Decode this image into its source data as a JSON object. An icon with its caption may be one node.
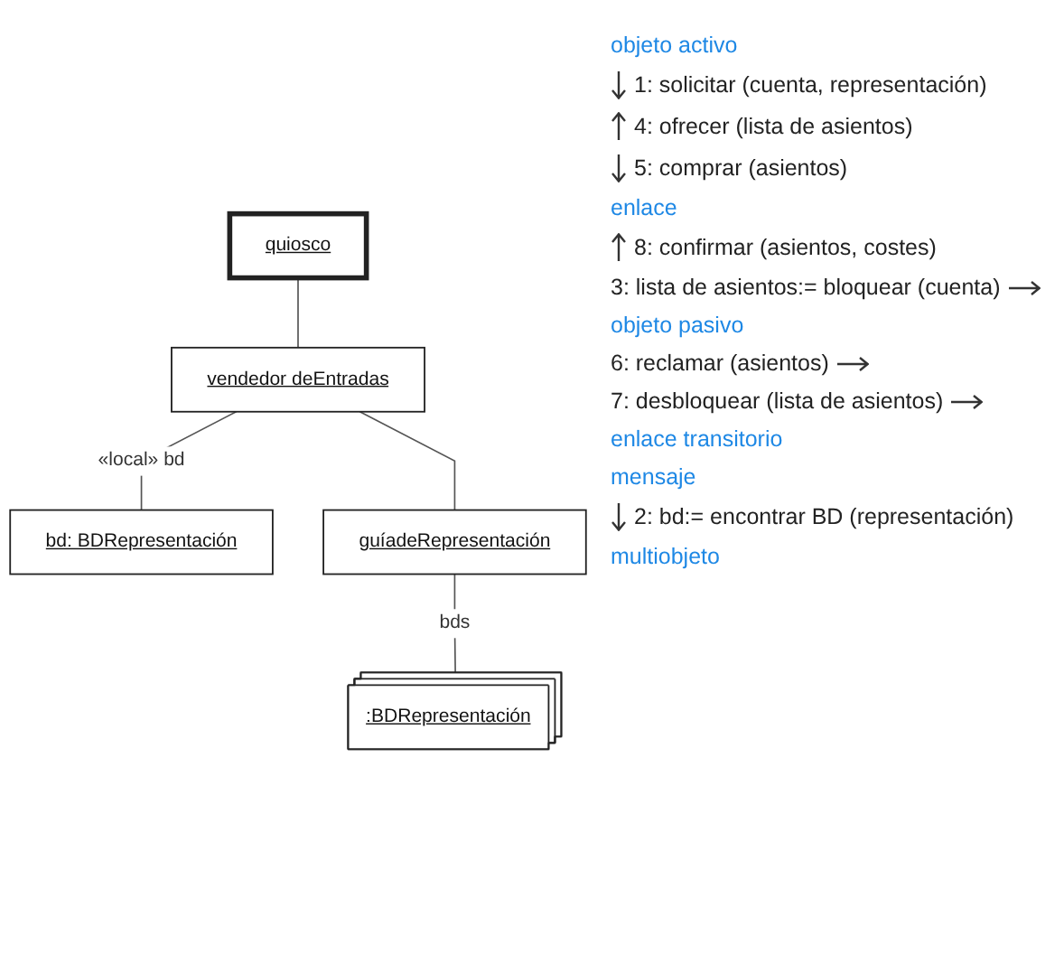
{
  "diagram": {
    "nodes": [
      {
        "text": [
          "quiosco"
        ]
      },
      {
        "text": [
          "vendedor deEntradas"
        ]
      },
      {
        "text": [
          "bd: BDRepresentación"
        ]
      },
      {
        "text": [
          "guíadeRepresentación"
        ]
      },
      {
        "text": [
          ":BDRepresentación"
        ]
      }
    ],
    "edges": [
      {
        "from": 0,
        "to": 1,
        "arrow": "none"
      },
      {
        "from": 1,
        "to": 2,
        "arrow": "none",
        "label": "«local» bd"
      },
      {
        "from": 1,
        "to": 3,
        "arrow": "none"
      },
      {
        "from": 3,
        "to": 4,
        "arrow": "none",
        "label": "bds"
      }
    ],
    "labels": [
      "objeto activo",
      "1: solicitar (cuenta, representación)",
      "4: ofrecer (lista de asientos)",
      "5: comprar (asientos)",
      "enlace",
      "8: confirmar (asientos, costes)",
      "3: lista de asientos:= bloquear (cuenta)",
      "objeto pasivo",
      "6: reclamar (asientos)",
      "7: desbloquear (lista de asientos)",
      "enlace transitorio",
      "mensaje",
      "2: bd:= encontrar BD (representación)",
      "multiobjeto"
    ]
  }
}
